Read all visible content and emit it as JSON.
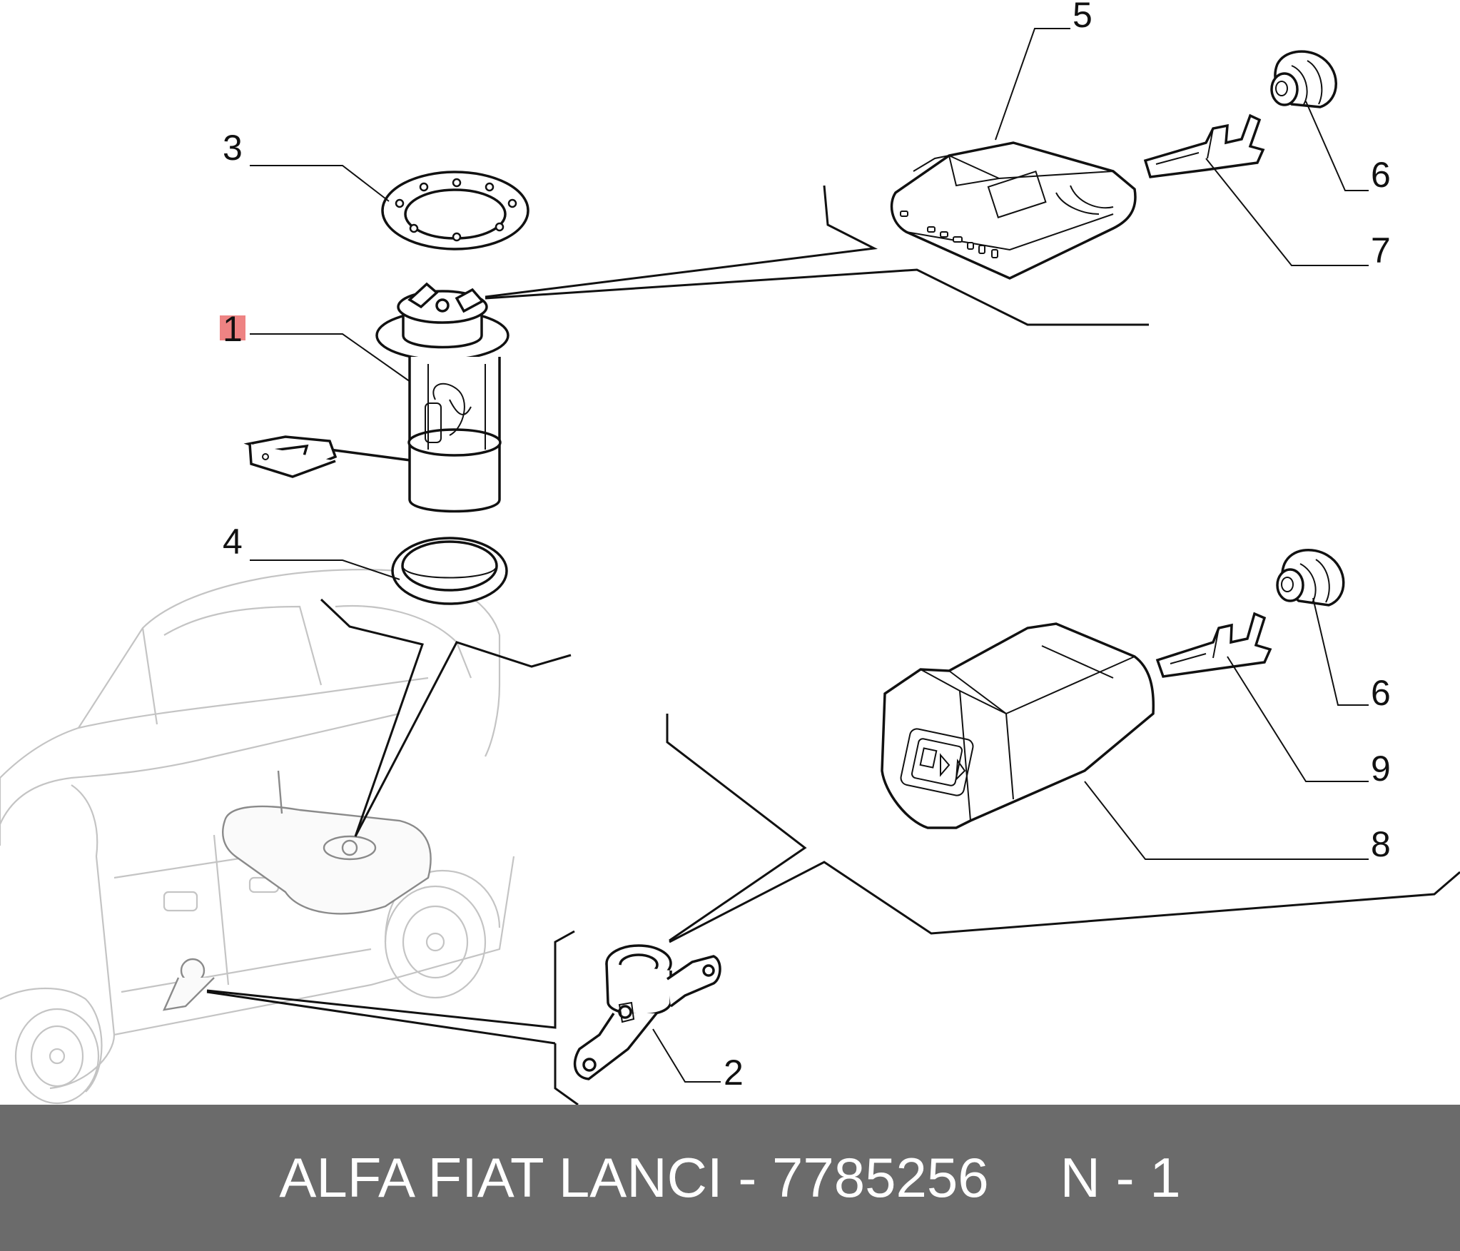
{
  "diagram": {
    "callouts": [
      {
        "id": "c1",
        "text": "1"
      },
      {
        "id": "c2",
        "text": "2"
      },
      {
        "id": "c3",
        "text": "3"
      },
      {
        "id": "c4",
        "text": "4"
      },
      {
        "id": "c5",
        "text": "5"
      },
      {
        "id": "c6a",
        "text": "6"
      },
      {
        "id": "c6b",
        "text": "6"
      },
      {
        "id": "c7",
        "text": "7"
      },
      {
        "id": "c8",
        "text": "8"
      },
      {
        "id": "c9",
        "text": "9"
      }
    ],
    "highlight_color": "#e85a5a"
  },
  "footer": {
    "brand": "ALFA FIAT LANCI",
    "separator": " - ",
    "part_number": "7785256",
    "ref": "N - 1",
    "background": "#6b6b6b"
  }
}
